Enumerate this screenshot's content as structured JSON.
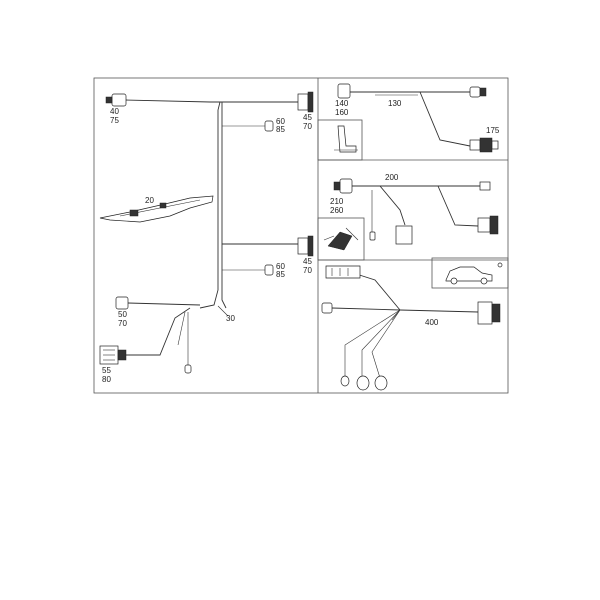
{
  "colors": {
    "line": "#333333",
    "frame": "#555555",
    "background": "#ffffff"
  },
  "callouts": {
    "c40": "40",
    "c75": "75",
    "c45a": "45",
    "c70a": "70",
    "c60a": "60",
    "c85a": "85",
    "c20": "20",
    "c45b": "45",
    "c70b": "70",
    "c60b": "60",
    "c85b": "85",
    "c50": "50",
    "c70c": "70",
    "c30": "30",
    "c55": "55",
    "c80": "80",
    "c140": "140",
    "c160": "160",
    "c130": "130",
    "c175": "175",
    "c200": "200",
    "c210": "210",
    "c260": "260",
    "c400": "400"
  },
  "icons": [
    "seat-icon",
    "seat-adjust-icon",
    "car-icon"
  ]
}
